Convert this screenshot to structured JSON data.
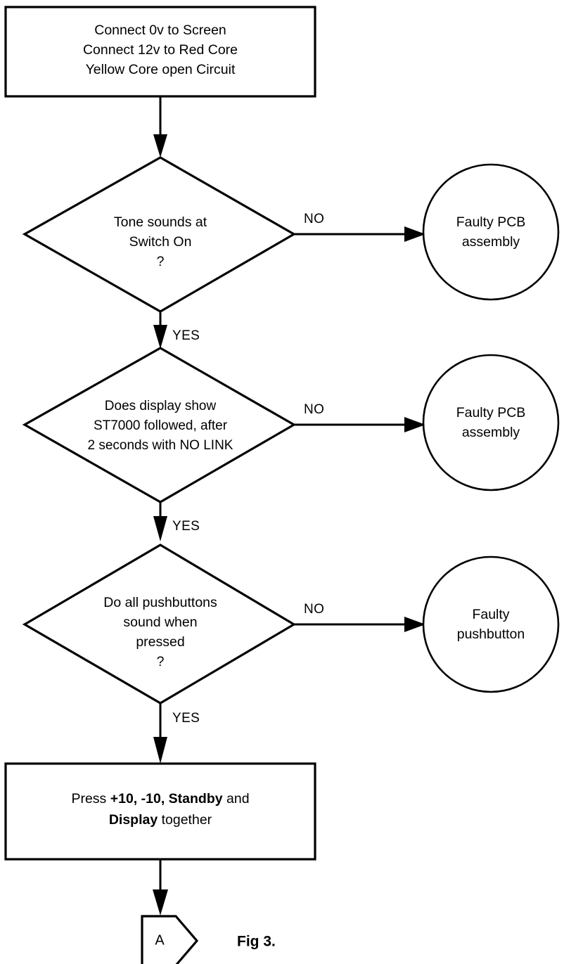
{
  "figure": {
    "caption": "Fig 3.",
    "type": "flowchart",
    "orientation": "vertical"
  },
  "nodes": {
    "start_box": {
      "shape": "process-rectangle",
      "lines": [
        "Connect 0v to Screen",
        "Connect 12v to Red Core",
        "Yellow Core open Circuit"
      ]
    },
    "decision_1": {
      "shape": "diamond",
      "lines": [
        "Tone sounds at",
        "Switch On",
        "?"
      ]
    },
    "decision_2": {
      "shape": "diamond",
      "lines": [
        "Does display show",
        "ST7000 followed, after",
        "2 seconds with NO LINK"
      ]
    },
    "decision_3": {
      "shape": "diamond",
      "lines": [
        "Do all pushbuttons",
        "sound when",
        "pressed",
        "?"
      ]
    },
    "terminal_1": {
      "shape": "circle",
      "lines": [
        "Faulty PCB",
        "assembly"
      ]
    },
    "terminal_2": {
      "shape": "circle",
      "lines": [
        "Faulty PCB",
        "assembly"
      ]
    },
    "terminal_3": {
      "shape": "circle",
      "lines": [
        "Faulty",
        "pushbutton"
      ]
    },
    "action_box": {
      "shape": "process-rectangle",
      "line1_prefix": "Press ",
      "line1_bold_a": "+10, -10, ",
      "line1_bold_b": "Standby",
      "line1_suffix": " and",
      "line2_bold": "Display",
      "line2_suffix": " together"
    },
    "offpage_connector": {
      "shape": "pentagon-right",
      "label": "A"
    }
  },
  "edges": {
    "no_1": "NO",
    "no_2": "NO",
    "no_3": "NO",
    "yes_1": "YES",
    "yes_2": "YES",
    "yes_3": "YES"
  },
  "colors": {
    "stroke": "#000000",
    "fill": "#ffffff",
    "text": "#000000"
  }
}
